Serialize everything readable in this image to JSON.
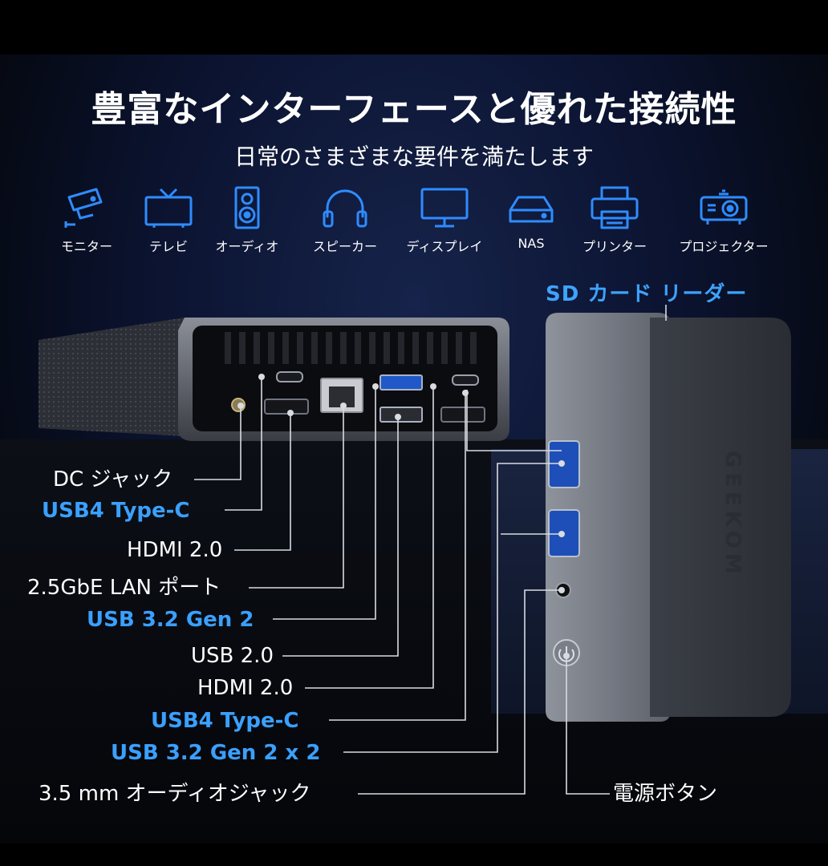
{
  "header": {
    "title": "豊富なインターフェースと優れた接続性",
    "subtitle": "日常のさまざまな要件を満たします"
  },
  "devices": [
    {
      "label": "モニター",
      "icon": "cctv-monitor-icon"
    },
    {
      "label": "テレビ",
      "icon": "tv-icon"
    },
    {
      "label": "オーディオ",
      "icon": "audio-speaker-icon"
    },
    {
      "label": "スピーカー",
      "icon": "headphones-icon"
    },
    {
      "label": "ディスプレイ",
      "icon": "display-icon"
    },
    {
      "label": "NAS",
      "icon": "nas-icon"
    },
    {
      "label": "プリンター",
      "icon": "printer-icon"
    },
    {
      "label": "プロジェクター",
      "icon": "projector-icon"
    }
  ],
  "sd_card": "SD カード リーダー",
  "brand": "GEEKOM",
  "ports": [
    {
      "label": "DC ジャック",
      "accent": false
    },
    {
      "label": "USB4 Type-C",
      "accent": true
    },
    {
      "label": "HDMI 2.0",
      "accent": false
    },
    {
      "label": "2.5GbE LAN ポート",
      "accent": false
    },
    {
      "label": "USB 3.2 Gen 2",
      "accent": true
    },
    {
      "label": "USB 2.0",
      "accent": false
    },
    {
      "label": "HDMI 2.0",
      "accent": false
    },
    {
      "label": "USB4 Type-C",
      "accent": true
    },
    {
      "label": "USB 3.2 Gen 2 x 2",
      "accent": true
    },
    {
      "label": "3.5 mm オーディオジャック",
      "accent": false
    }
  ],
  "power_button": "電源ボタン",
  "colors": {
    "accent": "#3aa0ff",
    "icon_blue": "#2f8cff",
    "text": "#ffffff"
  }
}
